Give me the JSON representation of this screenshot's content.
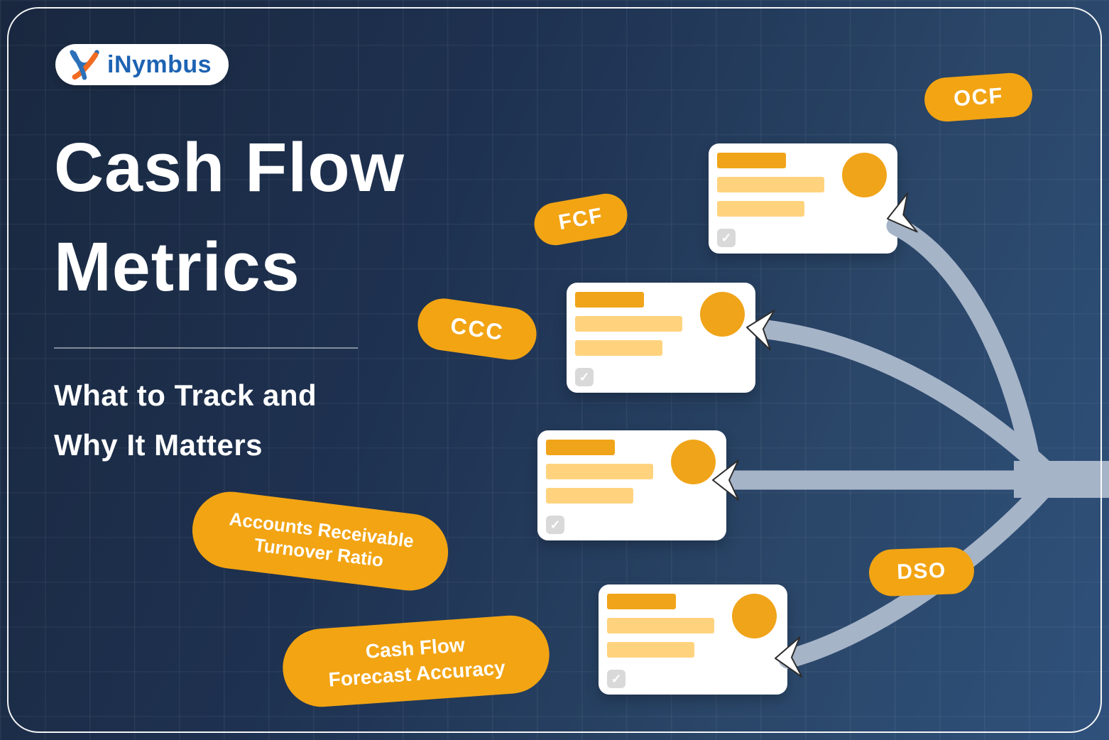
{
  "logo": {
    "brand": "iNymbus"
  },
  "header": {
    "title_line1": "Cash Flow",
    "title_line2": "Metrics",
    "subtitle_line1": "What to Track and",
    "subtitle_line2": "Why It Matters"
  },
  "badges": {
    "ocf": "OCF",
    "fcf": "FCF",
    "ccc": "CCC",
    "art_line1": "Accounts Receivable",
    "art_line2": "Turnover Ratio",
    "dso": "DSO",
    "forecast_line1": "Cash Flow",
    "forecast_line2": "Forecast Accuracy"
  },
  "icons": {
    "check": "✓"
  },
  "colors": {
    "background_dark": "#19283F",
    "background_light": "#2F517B",
    "accent_orange": "#F2A413",
    "accent_orange_light": "#FFD37E",
    "arrow_gray": "#A6B4C8",
    "card_white": "#FFFFFF",
    "checkbox_gray": "#D9D9D9",
    "logo_blue": "#1D63B3",
    "logo_orange": "#F26B21",
    "frame_white": "#FFFFFF"
  }
}
